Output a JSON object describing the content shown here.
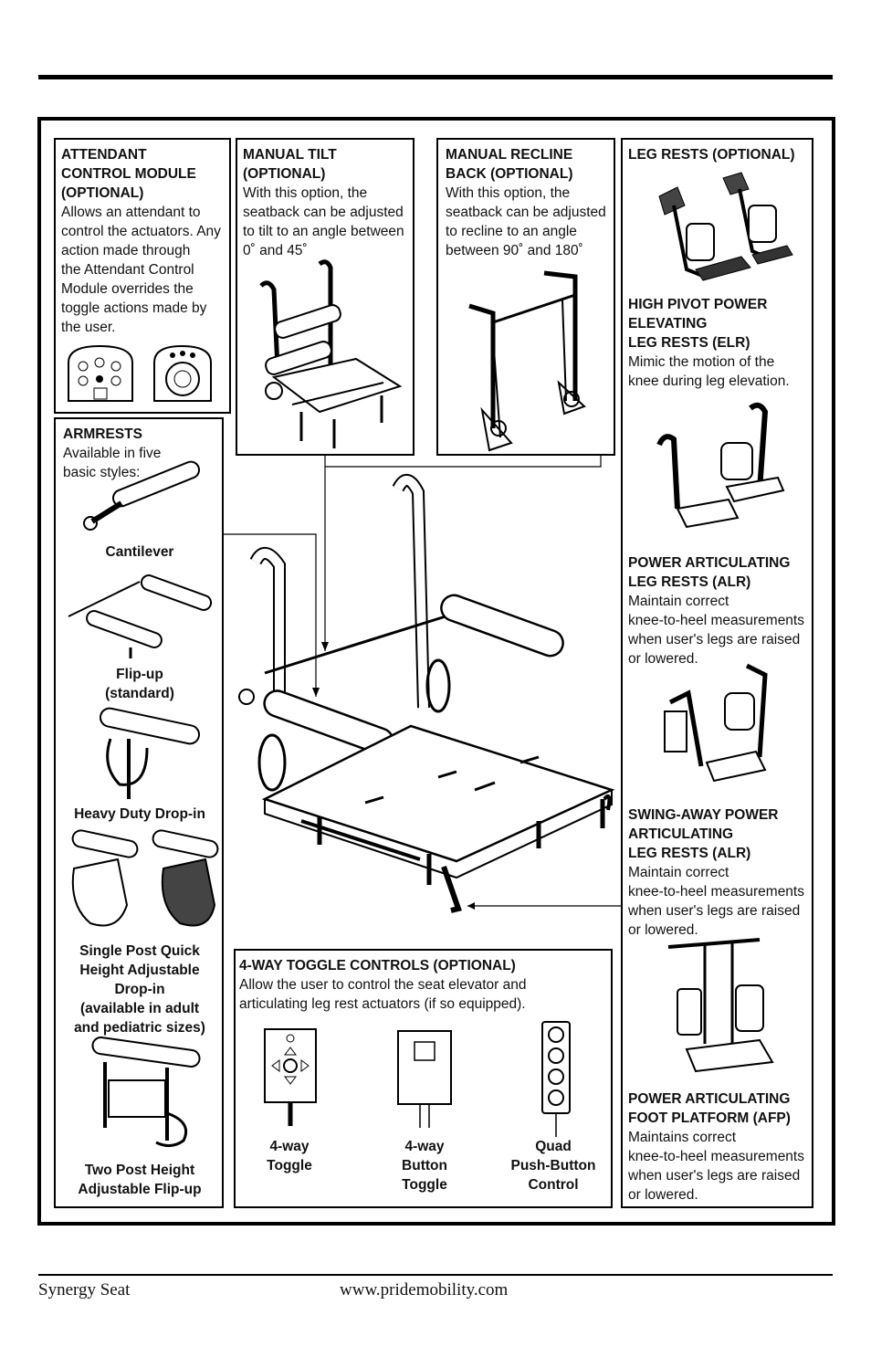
{
  "attendant": {
    "title1": "ATTENDANT",
    "title2": "CONTROL MODULE",
    "title3": "(OPTIONAL)",
    "desc": [
      "Allows an attendant to",
      "control the actuators. Any",
      "action made through",
      "the Attendant Control",
      "Module overrides the",
      "toggle actions made by",
      "the user."
    ]
  },
  "manual_tilt": {
    "title1": "MANUAL TILT",
    "title2": "(OPTIONAL)",
    "desc": [
      "With this option, the",
      "seatback can be adjusted",
      "to tilt to an angle between",
      "0˚ and 45˚"
    ]
  },
  "manual_recline": {
    "title1": "MANUAL RECLINE",
    "title2": "BACK (OPTIONAL)",
    "desc": [
      "With this option, the",
      "seatback can be adjusted",
      "to recline to an angle",
      "between 90˚ and 180˚"
    ]
  },
  "leg_rests": {
    "title": "LEG RESTS (OPTIONAL)",
    "elr": {
      "t1": "HIGH PIVOT POWER",
      "t2": "ELEVATING",
      "t3": "LEG RESTS (ELR)",
      "desc": [
        "Mimic the motion of the",
        "knee during leg elevation."
      ]
    },
    "alr": {
      "t1": "POWER ARTICULATING",
      "t2": "LEG RESTS (ALR)",
      "desc": [
        "Maintain correct",
        "knee-to-heel measurements",
        "when user's legs are raised",
        "or lowered."
      ]
    },
    "swing": {
      "t1": "SWING-AWAY POWER",
      "t2": "ARTICULATING",
      "t3": "LEG RESTS (ALR)",
      "desc": [
        "Maintain correct",
        "knee-to-heel measurements",
        "when user's legs are raised",
        "or lowered."
      ]
    },
    "afp": {
      "t1": "POWER ARTICULATING",
      "t2": "FOOT PLATFORM (AFP)",
      "desc": [
        "Maintains correct",
        "knee-to-heel measurements",
        "when user's legs are raised",
        "or lowered."
      ]
    }
  },
  "armrests": {
    "title": "ARMRESTS",
    "desc1": "Available in five",
    "desc2": "basic styles:",
    "cantilever": "Cantilever",
    "flipup1": "Flip-up",
    "flipup2": "(standard)",
    "heavy": "Heavy Duty Drop-in",
    "single": [
      "Single Post Quick",
      "Height Adjustable",
      "Drop-in",
      "(available in adult",
      "and pediatric sizes)"
    ],
    "twopost": [
      "Two Post Height",
      "Adjustable Flip-up"
    ]
  },
  "toggle": {
    "title": "4-WAY TOGGLE CONTROLS (OPTIONAL)",
    "desc1": "Allow the user to control the seat elevator and",
    "desc2": "articulating leg rest actuators (if so equipped).",
    "c1": [
      "4-way",
      "Toggle"
    ],
    "c2": [
      "4-way",
      "Button",
      "Toggle"
    ],
    "c3": [
      "Quad",
      "Push-Button",
      "Control"
    ]
  },
  "footer": {
    "left": "Synergy Seat",
    "center": "www.pridemobility.com"
  }
}
